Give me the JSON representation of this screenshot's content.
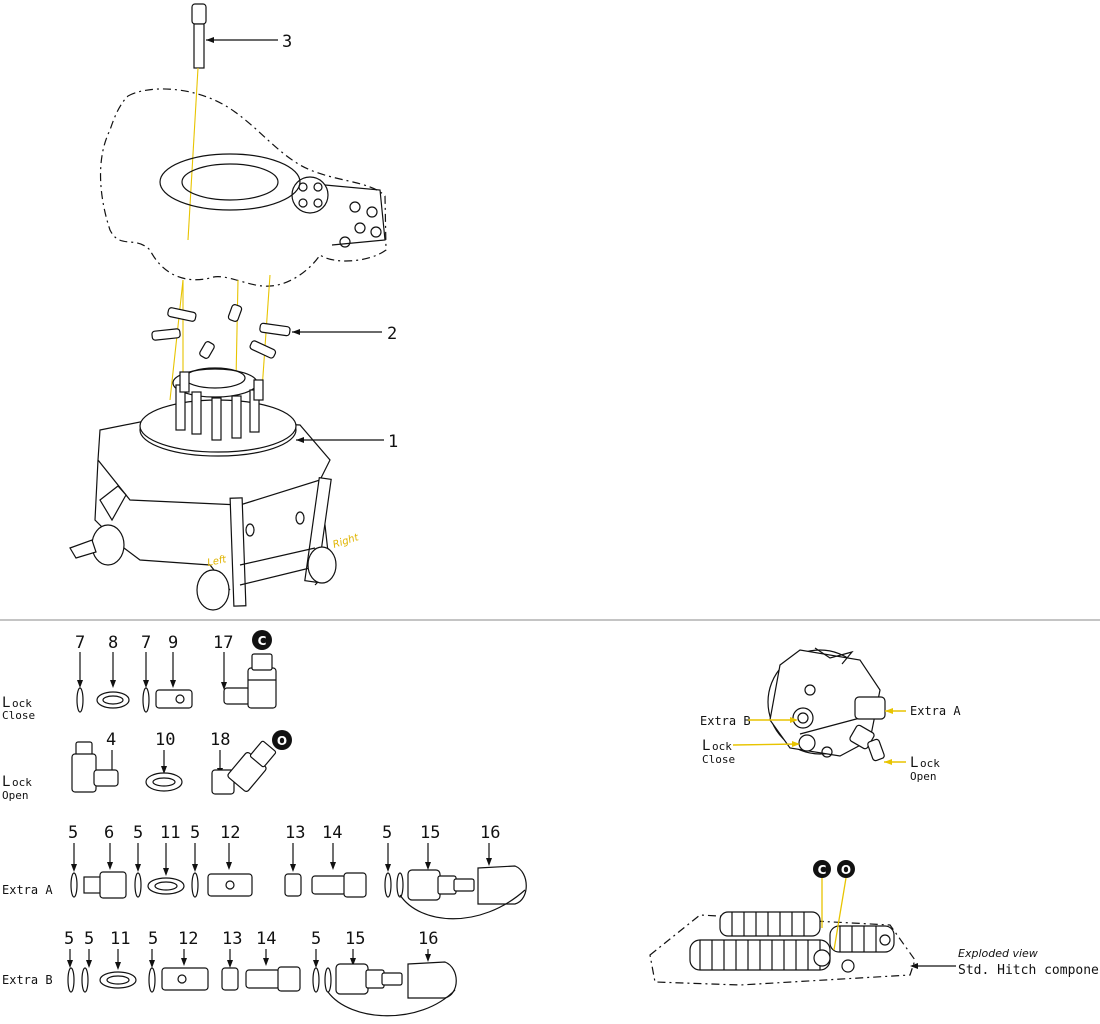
{
  "top": {
    "callouts": [
      "3",
      "2",
      "1"
    ],
    "direction_left": "Left",
    "direction_right": "Right"
  },
  "rows": {
    "lock_close": {
      "label_main": "L",
      "label_sub": "ock",
      "label_sub2": "Close",
      "parts": [
        "7",
        "8",
        "7",
        "9",
        "17"
      ],
      "badge": "C"
    },
    "lock_open": {
      "label_main": "L",
      "label_sub": "ock",
      "label_sub2": "Open",
      "parts": [
        "4",
        "10",
        "18"
      ],
      "badge": "O"
    },
    "extra_a": {
      "label": "Extra A",
      "parts": [
        "5",
        "6",
        "5",
        "11",
        "5",
        "12",
        "13",
        "14",
        "5",
        "15",
        "16"
      ]
    },
    "extra_b": {
      "label": "Extra B",
      "parts": [
        "5",
        "5",
        "11",
        "5",
        "12",
        "13",
        "14",
        "5",
        "15",
        "16"
      ]
    }
  },
  "valve_detail": {
    "extra_b": "Extra B",
    "extra_a": "Extra A",
    "lock_close_main": "L",
    "lock_close_sub": "ock",
    "lock_close_sub2": "Close",
    "lock_open_main": "L",
    "lock_open_sub": "ock",
    "lock_open_sub2": "Open"
  },
  "hitch": {
    "badge_c": "C",
    "badge_o": "O",
    "exploded_view": "Exploded view",
    "std_hitch": "Std. Hitch components"
  }
}
